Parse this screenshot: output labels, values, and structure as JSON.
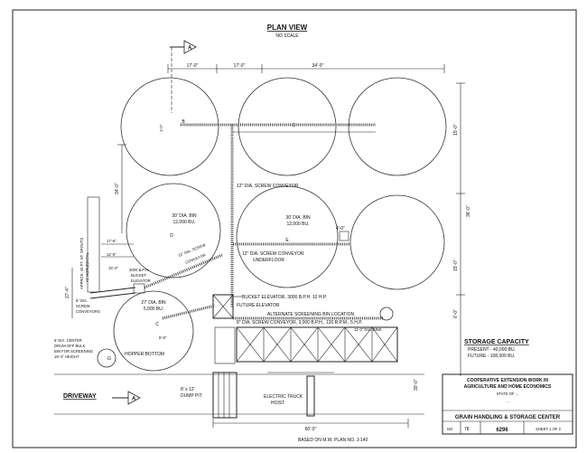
{
  "header": {
    "title": "PLAN VIEW",
    "subtitle": "NO SCALE"
  },
  "section_marks": {
    "top": "A",
    "bottom": "A"
  },
  "dimensions": {
    "top_1": "17'-0\"",
    "top_2": "17'-0\"",
    "top_3": "34'-0\"",
    "left_1": "34'-0\"",
    "left_2": "17'-6\"",
    "left_3": "12'-0\"",
    "left_4": "15'-4\"",
    "left_5": "27'-4\"",
    "right_1": "15'-0\"",
    "right_2": "36'-0\"",
    "right_3": "15'-0\"",
    "right_4": "6'-0\"",
    "right_5": "30'-0\"",
    "bottom": "60'-0\"",
    "mid": "4'-0\"",
    "hopper": "5'-6\"",
    "bins_dim": "11'-0\" DIA. BINS",
    "small_r": "1'-0\""
  },
  "labels": {
    "screw_conveyor_top": "12\" DIA. SCREW CONVEYOR",
    "bin1_size": "30' DIA. BIN",
    "bin1_cap": "12,000 BU.",
    "bin2_size": "30' DIA. BIN",
    "bin2_cap": "12,000 BU.",
    "underfloor_1": "12\" DIA. SCREW CONVEYOR",
    "underfloor_2": "UNDERFLOOR",
    "bucket_elev_1": "3000 B.P.H.",
    "bucket_elev_2": "BUCKET",
    "bucket_elev_3": "ELEVATOR",
    "diag_conv_1": "12\" DIA. SCREW",
    "diag_conv_2": "CONVEYOR",
    "screw_convs_1": "6\" DIA.",
    "screw_convs_2": "SCREW",
    "screw_convs_3": "CONVEYORS",
    "bin3_size": "27' DIA. BIN",
    "bin3_cap": "5,000 BU.",
    "hopper_bottom": "HOPPER BOTTOM",
    "bucket_elevator_main": "BUCKET ELEVATOR, 3000 B.P.H. 10 H.P.",
    "future_elevator": "FUTURE ELEVATOR",
    "alt_screening": "ALTERNATE SCREENING BIN LOCATION",
    "screw_conveyor_main": "8\" DIA. SCREW CONVEYOR, 3,000 B.P.H., 120 R.P.M., 5 H.P.",
    "drum_bin_1": "6' DIA. CENTER",
    "drum_bin_2": "DRUM-OFF BULK",
    "drum_bin_3": "BIN FOR SCREENING",
    "drum_bin_4": "18'-4\" HEIGHT",
    "driveway": "DRIVEWAY",
    "dump_pit_1": "8' x 12'",
    "dump_pit_2": "DUMP PIT",
    "truck_hoist_1": "ELECTRIC TRUCK",
    "truck_hoist_2": "HOIST",
    "storage_left_1": "APPROX. 40 FT. HT. SPOUTS",
    "storage_left_2": "AT HORIZONTAL"
  },
  "bin_marks": {
    "bin_a": "B",
    "bin_b": "C",
    "bin_c": "D",
    "bin_d": "E",
    "bin_e": "C",
    "bin_f": "G"
  },
  "storage": {
    "title": "STORAGE CAPACITY",
    "present": "PRESENT - 40,000 BU.",
    "future": "FUTURE - 108,000 BU."
  },
  "title_block": {
    "line1": "COOPERATIVE EXTENSION WORK IN",
    "line2": "AGRICULTURE AND HOME ECONOMICS",
    "line3": "STATE OF ...",
    "line4": "...",
    "project": "GRAIN HANDLING & STORAGE CENTER",
    "no_label": "NO.",
    "rev": "78",
    "plan_no": "6296",
    "sheet": "SHEET 1 OF 2"
  },
  "footer_note": "BASED ON M.W. PLAN NO. J-140"
}
